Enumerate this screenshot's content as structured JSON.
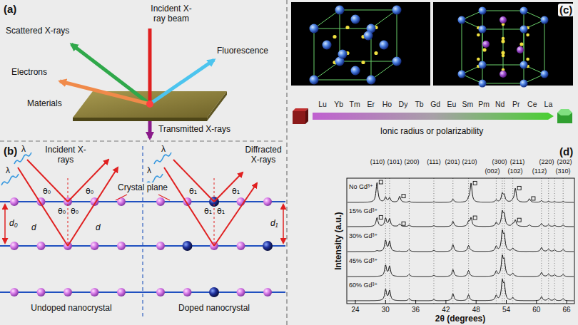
{
  "diagram": {
    "labels": [
      "(a)",
      "Incident X-ray beam",
      "Scattered X-rays",
      "Fluorescence",
      "Electrons",
      "Materials",
      "Transmitted X-rays",
      "(b)",
      "Incident X-rays",
      "Diffracted X-rays",
      "Crystal plane",
      "d₀",
      "d",
      "d",
      "d₁",
      "θ₀",
      "θ₀",
      "θ₀",
      "θ₀",
      "θ₁",
      "θ₁",
      "θ₁",
      "θ₁",
      "λ",
      "λ",
      "λ",
      "λ",
      "Undoped nanocrystal",
      "Doped nanocrystal",
      "(c)",
      "Lu",
      "Yb",
      "Tm",
      "Er",
      "Ho",
      "Dy",
      "Tb",
      "Gd",
      "Eu",
      "Sm",
      "Pm",
      "Nd",
      "Pr",
      "Ce",
      "La",
      "Ionic radius or polarizability",
      "(d)",
      "(110)",
      "(101)",
      "(200)",
      "(111)",
      "(201)",
      "(210)",
      "(002)",
      "(300)",
      "(211)",
      "(102)",
      "(112)",
      "(220)",
      "(202)",
      "(310)",
      "No Gd³⁺",
      "15% Gd³⁺",
      "30% Gd³⁺",
      "45% Gd³⁺",
      "60% Gd³⁺",
      "Intensity (a.u.)",
      "24",
      "30",
      "36",
      "42",
      "48",
      "54",
      "60",
      "66",
      "2θ (degrees)"
    ]
  }
}
